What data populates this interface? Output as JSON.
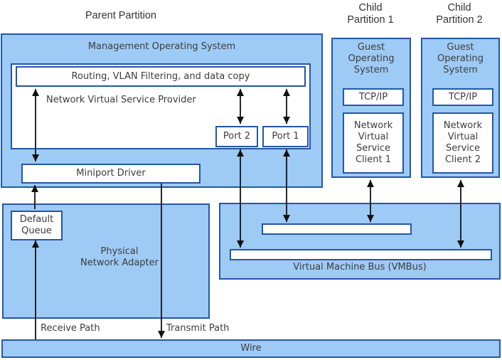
{
  "titles": {
    "parent_partition": "Parent Partition",
    "child_partition_1": "Child\nPartition 1",
    "child_partition_2": "Child\nPartition 2"
  },
  "parent_partition": {
    "management_os_label": "Management Operating System",
    "routing_label": "Routing, VLAN Filtering, and data copy",
    "nvsp_label": "Network Virtual Service Provider",
    "port2_label": "Port 2",
    "port1_label": "Port 1",
    "miniport_label": "Miniport Driver",
    "default_queue_label": "Default\nQueue",
    "physical_adapter_label": "Physical\nNetwork Adapter"
  },
  "child_partition_1": {
    "guest_os_label": "Guest\nOperating\nSystem",
    "tcpip_label": "TCP/IP",
    "nvsc_label": "Network\nVirtual\nService\nClient 1"
  },
  "child_partition_2": {
    "guest_os_label": "Guest\nOperating\nSystem",
    "tcpip_label": "TCP/IP",
    "nvsc_label": "Network\nVirtual\nService\nClient 2"
  },
  "vmbus_label": "Virtual Machine Bus (VMBus)",
  "wire_label": "Wire",
  "flow_labels": {
    "receive": "Receive Path",
    "transmit": "Transmit Path"
  },
  "colors": {
    "box_fill": "#9ecbf5",
    "box_border": "#2456a8",
    "text": "#3c3c3c",
    "arrow": "#111111"
  }
}
